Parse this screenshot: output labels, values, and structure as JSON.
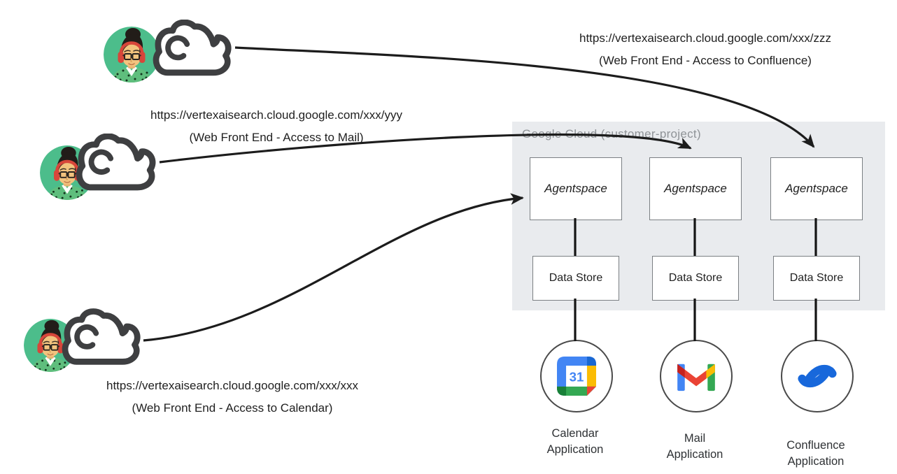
{
  "panel": {
    "title": "Google Cloud (customer-project)",
    "bg_color": "#E9EBEE",
    "title_color": "#8F9397"
  },
  "users": [
    {
      "url": "https://vertexaisearch.cloud.google.com/xxx/zzz",
      "caption": "(Web Front End - Access to Confluence)",
      "avatar_icon": "woman-headset-avatar",
      "cloud_icon": "cloud-icon",
      "target": "Confluence Agentspace"
    },
    {
      "url": "https://vertexaisearch.cloud.google.com/xxx/yyy",
      "caption": "(Web Front End - Access to Mail)",
      "avatar_icon": "woman-headset-avatar",
      "cloud_icon": "cloud-icon",
      "target": "Mail Agentspace"
    },
    {
      "url": "https://vertexaisearch.cloud.google.com/xxx/xxx",
      "caption": "(Web Front End - Access to Calendar)",
      "avatar_icon": "woman-headset-avatar",
      "cloud_icon": "cloud-icon",
      "target": "Calendar Agentspace"
    }
  ],
  "columns": [
    {
      "agent_label": "Agentspace",
      "store_label": "Data Store",
      "app_label_line1": "Calendar",
      "app_label_line2": "Application",
      "app_icon": "google-calendar-icon"
    },
    {
      "agent_label": "Agentspace",
      "store_label": "Data Store",
      "app_label_line1": "Mail",
      "app_label_line2": "Application",
      "app_icon": "gmail-icon"
    },
    {
      "agent_label": "Agentspace",
      "store_label": "Data Store",
      "app_label_line1": "Confluence",
      "app_label_line2": "Application",
      "app_icon": "confluence-icon"
    }
  ],
  "calendar_icon_day": "31",
  "colors": {
    "arrow": "#1C1C1C",
    "box_border": "#7B7F83",
    "avatar_green": "#4CBD8B",
    "cloud_outline": "#3E3F41",
    "calendar_blue": "#4285F4",
    "gmail_red": "#EA4335",
    "gmail_blue": "#4285F4",
    "gmail_green": "#34A853",
    "gmail_yellow": "#FBBC04",
    "confluence_blue": "#1868DB"
  }
}
